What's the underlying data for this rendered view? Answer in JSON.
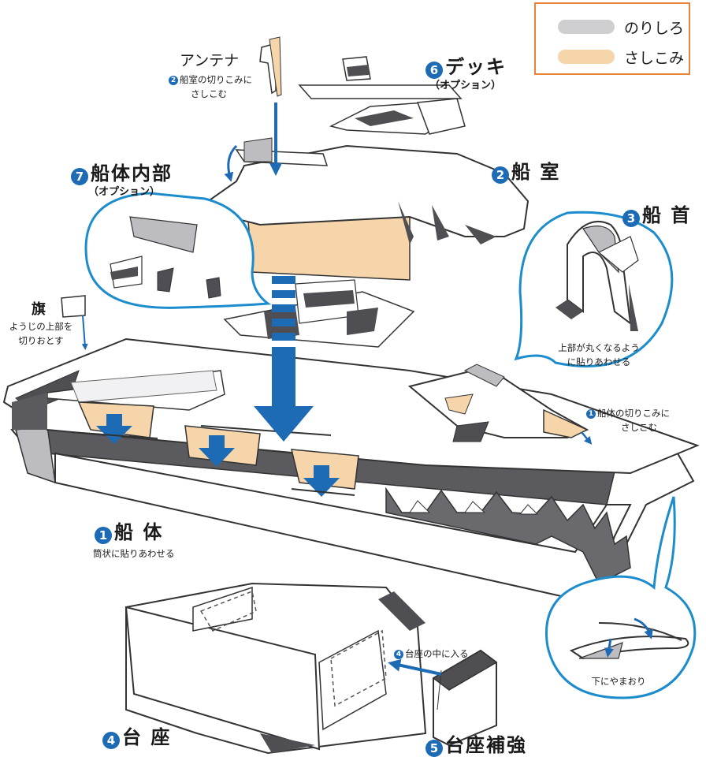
{
  "legend": {
    "glue_label": "のりしろ",
    "glue_color": "#cfcfd1",
    "insert_label": "さしこみ",
    "insert_color": "#f6d5ab"
  },
  "accent_color": "#1d6bb5",
  "antenna": {
    "title": "アンテナ",
    "note_num": "2",
    "note_line1": "船室の切りこみに",
    "note_line2": "さしこむ"
  },
  "deck": {
    "num": "6",
    "title": "デッキ",
    "sub": "（オプション）"
  },
  "cabin": {
    "num": "2",
    "title": "船 室"
  },
  "interior": {
    "num": "7",
    "title": "船体内部",
    "sub": "（オプション）"
  },
  "bow": {
    "num": "3",
    "title": "船 首",
    "note_line1": "上部が丸くなるよう",
    "note_line2": "に貼りあわせる"
  },
  "flag": {
    "title": "旗",
    "note_line1": "ようじの上部を",
    "note_line2": "切りおとす"
  },
  "hull_note": {
    "num": "1",
    "line1": "船体の切りこみに",
    "line2": "さしこむ"
  },
  "hull": {
    "num": "1",
    "title": "船 体",
    "note": "筒状に貼りあわせる"
  },
  "fold_note": "下にやまおり",
  "stand": {
    "num": "4",
    "title": "台 座"
  },
  "stand_note": {
    "num": "4",
    "text": "台座の中に入る"
  },
  "reinforce": {
    "num": "5",
    "title": "台座補強"
  }
}
